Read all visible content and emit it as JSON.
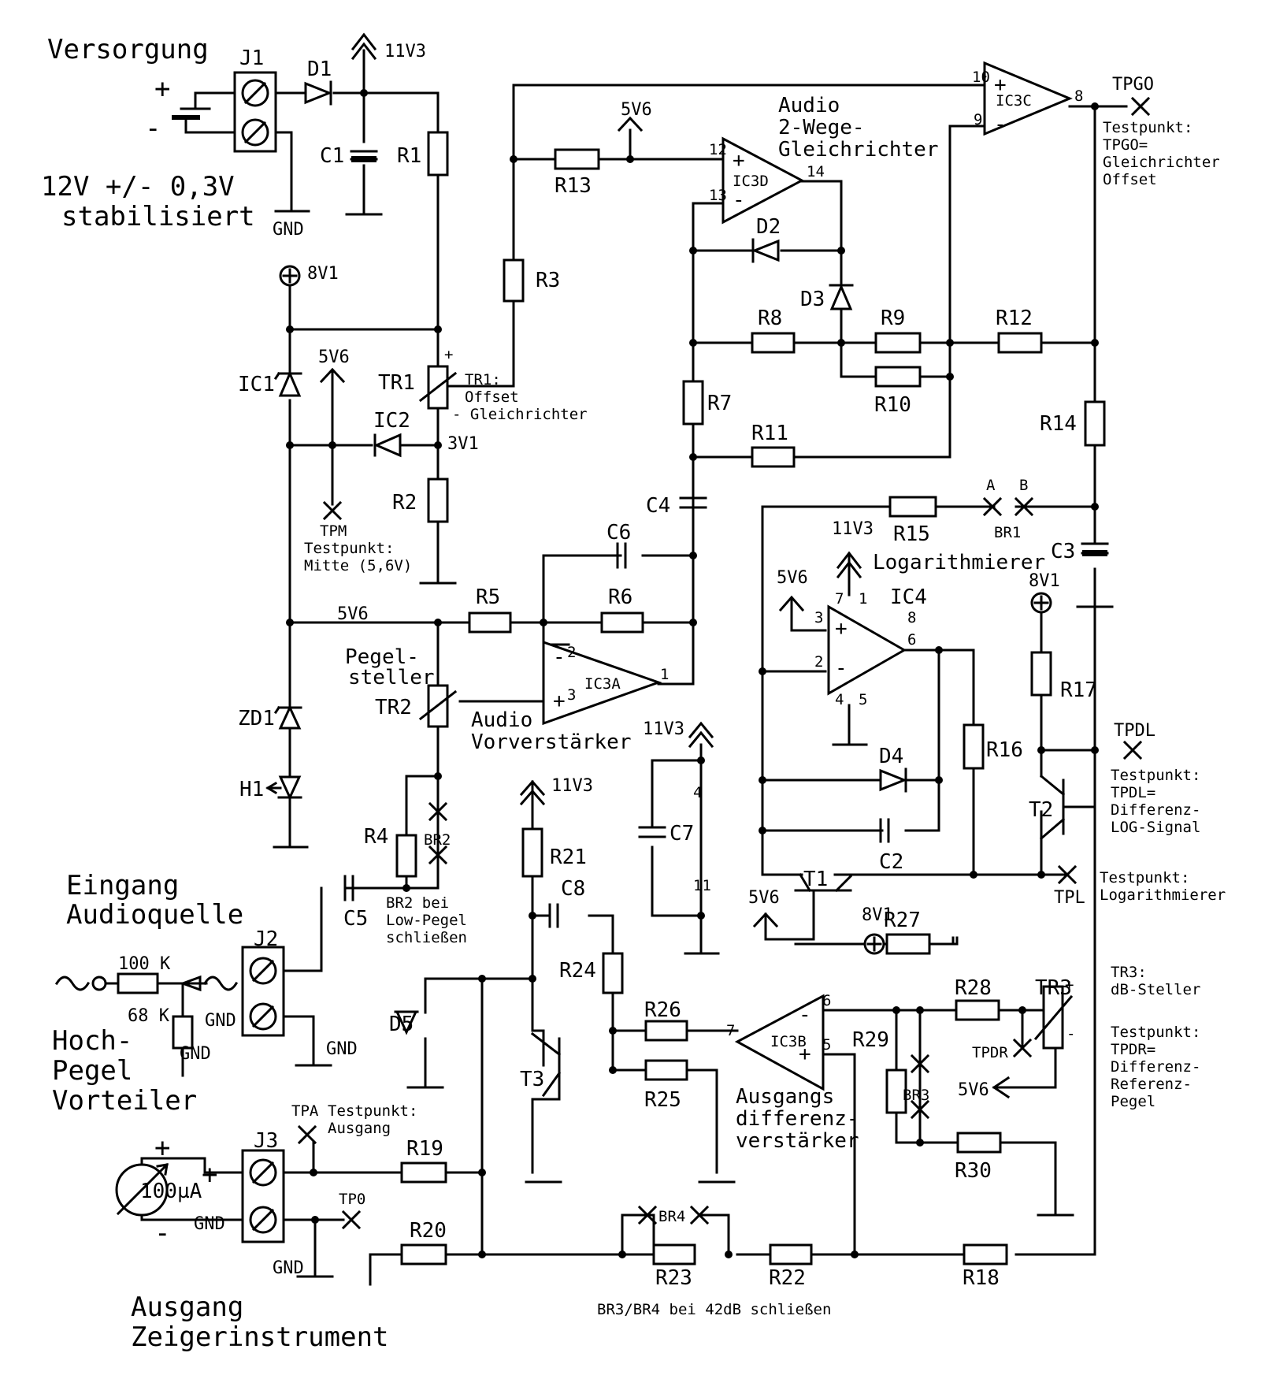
{
  "titles": {
    "versorgung": "Versorgung",
    "supply_1": "12V +/- 0,3V",
    "supply_2": "stabilisiert",
    "eingang_1": "Eingang",
    "eingang_2": "Audioquelle",
    "hoch_1": "Hoch-",
    "hoch_2": "Pegel",
    "hoch_3": "Vorteiler",
    "ausgang_1": "Ausgang",
    "ausgang_2": "Zeigerinstrument"
  },
  "blocks": {
    "gleich_1": "Audio",
    "gleich_2": "2-Wege-",
    "gleich_3": "Gleichrichter",
    "log": "Logarithmierer",
    "vor_1": "Audio",
    "vor_2": "Vorverstärker",
    "pegel_1": "Pegel-",
    "pegel_2": "steller",
    "aus_1": "Ausgangs",
    "aus_2": "differenz-",
    "aus_3": "verstärker"
  },
  "components": {
    "J1": "J1",
    "J2": "J2",
    "J3": "J3",
    "D1": "D1",
    "D2": "D2",
    "D3": "D3",
    "D4": "D4",
    "D5": "D5",
    "C1": "C1",
    "C2": "C2",
    "C3": "C3",
    "C4": "C4",
    "C5": "C5",
    "C6": "C6",
    "C7": "C7",
    "C8": "C8",
    "R1": "R1",
    "R2": "R2",
    "R3": "R3",
    "R4": "R4",
    "R5": "R5",
    "R6": "R6",
    "R7": "R7",
    "R8": "R8",
    "R9": "R9",
    "R10": "R10",
    "R11": "R11",
    "R12": "R12",
    "R13": "R13",
    "R14": "R14",
    "R15": "R15",
    "R16": "R16",
    "R17": "R17",
    "R18": "R18",
    "R19": "R19",
    "R20": "R20",
    "R21": "R21",
    "R22": "R22",
    "R23": "R23",
    "R24": "R24",
    "R25": "R25",
    "R26": "R26",
    "R27": "R27",
    "R28": "R28",
    "R29": "R29",
    "R30": "R30",
    "IC1": "IC1",
    "IC2": "IC2",
    "IC3A": "IC3A",
    "IC3B": "IC3B",
    "IC3C": "IC3C",
    "IC3D": "IC3D",
    "IC4": "IC4",
    "TR1": "TR1",
    "TR2": "TR2",
    "TR3": "TR3",
    "T1": "T1",
    "T2": "T2",
    "T3": "T3",
    "ZD1": "ZD1",
    "H1": "H1",
    "BR1": "BR1",
    "BR2": "BR2",
    "BR3": "BR3",
    "BR4": "BR4"
  },
  "rails": {
    "v11": "11V3",
    "v5": "5V6",
    "v8": "8V1",
    "v3": "3V1",
    "gnd": "GND"
  },
  "values": {
    "r100k": "100 K",
    "r68k": "68 K",
    "meter": "100µA"
  },
  "pins": {
    "p1": "1",
    "p2": "2",
    "p3": "3",
    "p4": "4",
    "p5": "5",
    "p6": "6",
    "p7": "7",
    "p8": "8",
    "p9": "9",
    "p10": "10",
    "p11": "11",
    "p12": "12",
    "p13": "13",
    "p14": "14"
  },
  "signs": {
    "plus": "+",
    "minus": "-",
    "A": "A",
    "B": "B"
  },
  "testpoints": {
    "tpgo": "TPGO",
    "tpgo_desc": [
      "Testpunkt:",
      "TPGO=",
      "Gleichrichter",
      "Offset"
    ],
    "tpm": "TPM",
    "tpm_desc": [
      "Testpunkt:",
      "Mitte (5,6V)"
    ],
    "tpdl": "TPDL",
    "tpdl_desc": [
      "Testpunkt:",
      "TPDL=",
      "Differenz-",
      "LOG-Signal"
    ],
    "tpl": "TPL",
    "tpl_desc": [
      "Testpunkt:",
      "Logarithmierer"
    ],
    "tpdr": "TPDR",
    "tpdr_desc": [
      "Testpunkt:",
      "TPDR=",
      "Differenz-",
      "Referenz-",
      "Pegel"
    ],
    "tpa": "TPA",
    "tpa_desc": [
      "Testpunkt:",
      "Ausgang"
    ],
    "tp0": "TP0"
  },
  "notes": {
    "tr1": [
      "TR1:",
      "Offset",
      "- Gleichrichter"
    ],
    "tr3": [
      "TR3:",
      "dB-Steller"
    ],
    "br2": [
      "BR2 bei",
      "Low-Pegel",
      "schließen"
    ],
    "br34": "BR3/BR4 bei 42dB schließen"
  }
}
